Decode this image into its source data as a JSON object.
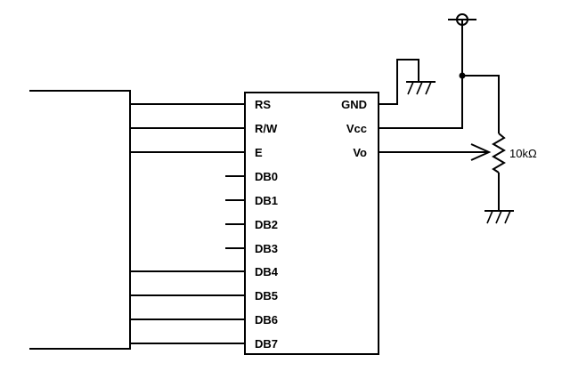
{
  "ic": {
    "left_pins": [
      "RS",
      "R/W",
      "E",
      "DB0",
      "DB1",
      "DB2",
      "DB3",
      "DB4",
      "DB5",
      "DB6",
      "DB7"
    ],
    "right_pins": [
      "GND",
      "Vcc",
      "Vo"
    ]
  },
  "potentiometer": {
    "label": "10kΩ"
  },
  "colors": {
    "stroke": "#000000",
    "background": "#ffffff"
  }
}
